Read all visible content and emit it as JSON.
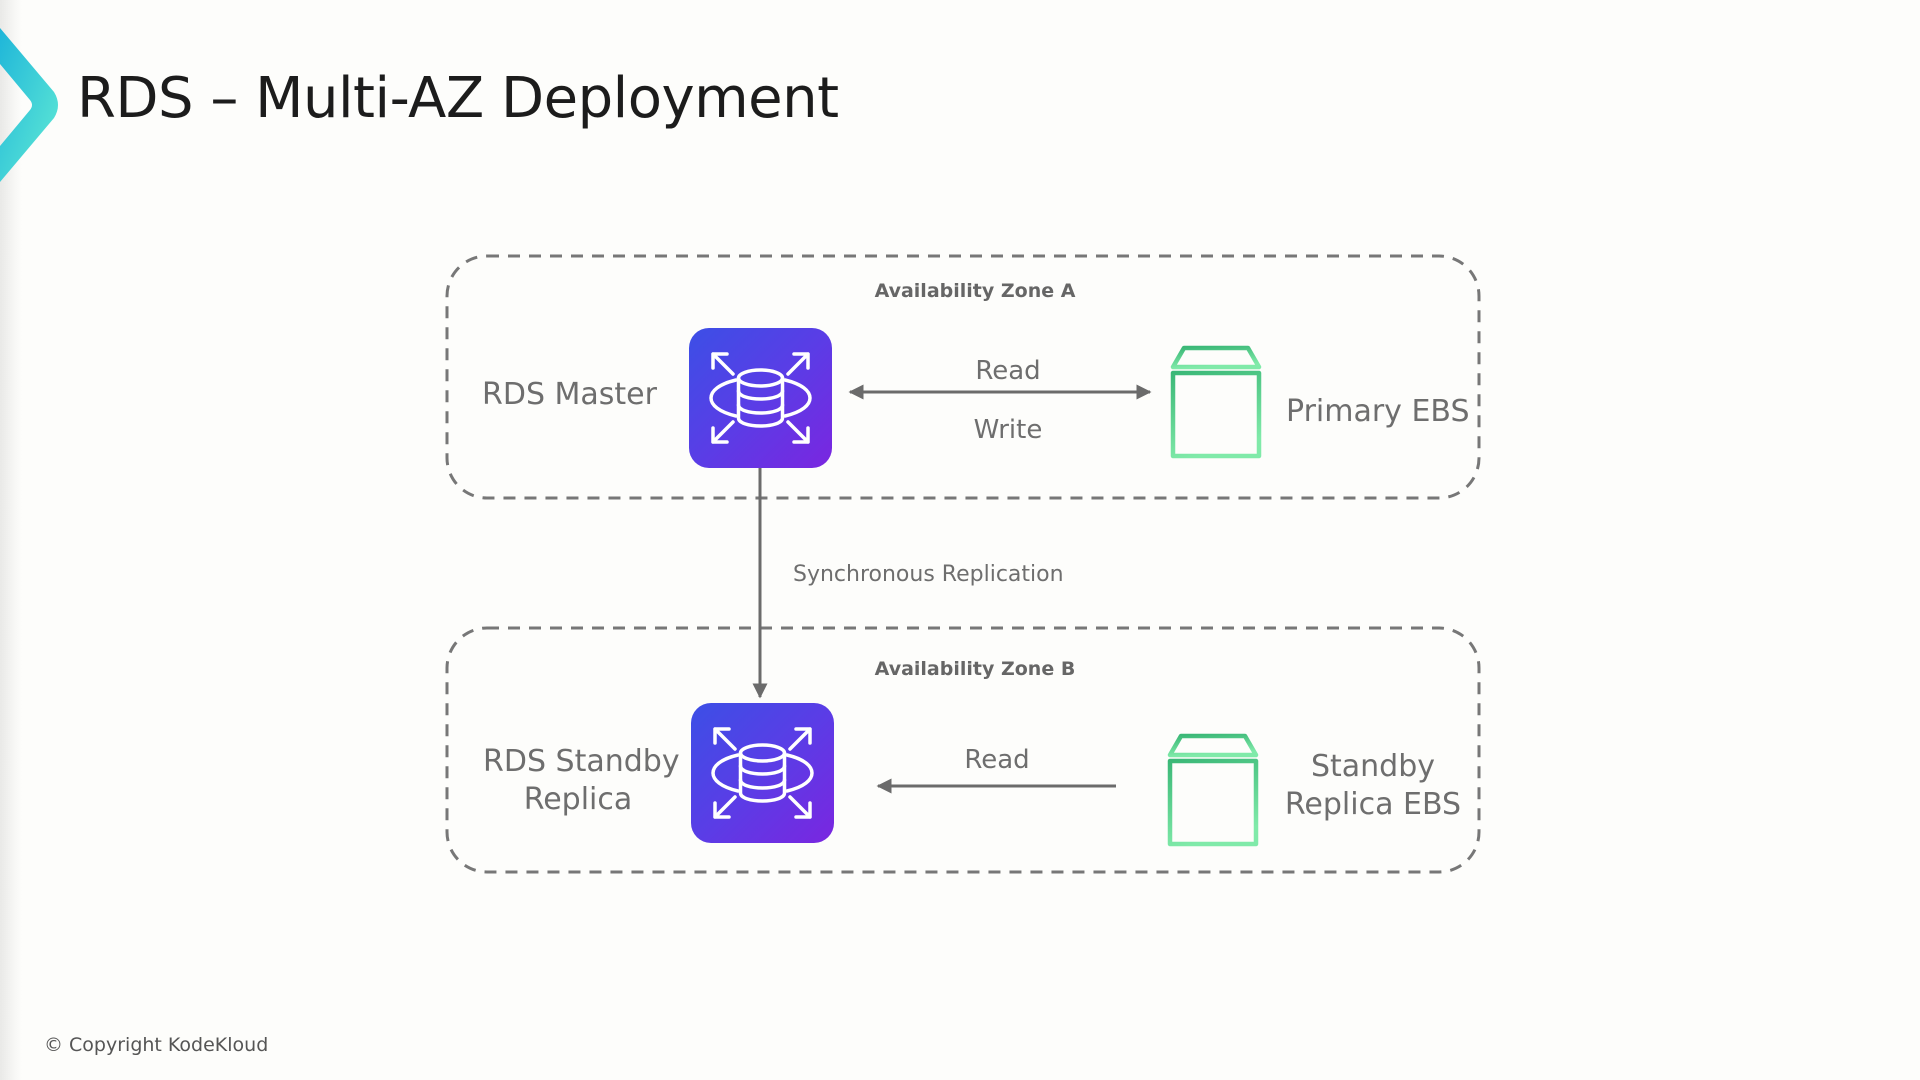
{
  "slide": {
    "title": "RDS – Multi-AZ Deployment",
    "copyright": "© Copyright KodeKloud",
    "accent_gradient": [
      "#1fb6d9",
      "#62ebd5"
    ]
  },
  "diagram": {
    "zones": [
      {
        "label": "Availability Zone A"
      },
      {
        "label": "Availability Zone B"
      }
    ],
    "nodes": {
      "rds_master": {
        "label": "RDS Master",
        "icon": "rds-database-icon"
      },
      "primary_ebs": {
        "label": "Primary EBS",
        "icon": "ebs-volume-icon"
      },
      "rds_standby": {
        "label_line1": "RDS Standby",
        "label_line2": "Replica",
        "icon": "rds-database-icon"
      },
      "standby_ebs": {
        "label_line1": "Standby",
        "label_line2": "Replica EBS",
        "icon": "ebs-volume-icon"
      }
    },
    "edges": {
      "master_ebs_read": "Read",
      "master_ebs_write": "Write",
      "replication": "Synchronous Replication",
      "standby_read": "Read"
    },
    "colors": {
      "rds_gradient": [
        "#3c4fe6",
        "#7a26e0"
      ],
      "ebs_gradient": [
        "#3bb877",
        "#80eaa9"
      ],
      "dash": "#777777",
      "arrow": "#6b6b6b"
    }
  }
}
